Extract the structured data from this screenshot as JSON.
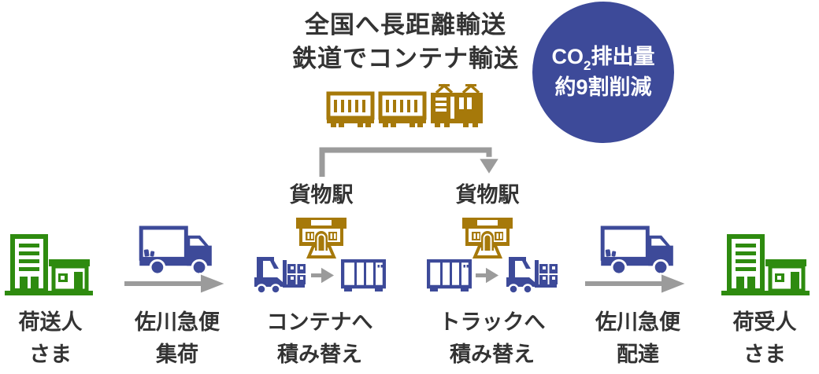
{
  "title": {
    "line1": "全国へ長距離輸送",
    "line2": "鉄道でコンテナ輸送"
  },
  "co2_badge": {
    "co": "CO",
    "subscript": "2",
    "rest": "排出量",
    "line2": "約9割削減",
    "bg_color": "#3d4a99",
    "text_color": "#ffffff"
  },
  "rail_route": {
    "left_station_label": "貨物駅",
    "right_station_label": "貨物駅"
  },
  "flow_steps": [
    {
      "name": "shipper",
      "line1": "荷送人",
      "line2": "さま"
    },
    {
      "name": "pickup",
      "line1": "佐川急便",
      "line2": "集荷"
    },
    {
      "name": "container-transfer",
      "line1": "コンテナへ",
      "line2": "積み替え"
    },
    {
      "name": "truck-transfer",
      "line1": "トラックへ",
      "line2": "積み替え"
    },
    {
      "name": "delivery",
      "line1": "佐川急便",
      "line2": "配達"
    },
    {
      "name": "consignee",
      "line1": "荷受人",
      "line2": "さま"
    }
  ],
  "colors": {
    "accent_blue": "#3d4a99",
    "icon_gold": "#a6790a",
    "icon_green": "#2e8b0f",
    "arrow_gray": "#9b9b9b",
    "text_dark": "#333333"
  },
  "icons": [
    "office-buildings-icon",
    "delivery-truck-icon",
    "forklift-icon",
    "container-icon",
    "freight-station-icon",
    "freight-train-icon",
    "flow-arrow-icon",
    "transfer-arrow-icon",
    "rail-route-arrow-icon",
    "co2-reduction-badge"
  ]
}
